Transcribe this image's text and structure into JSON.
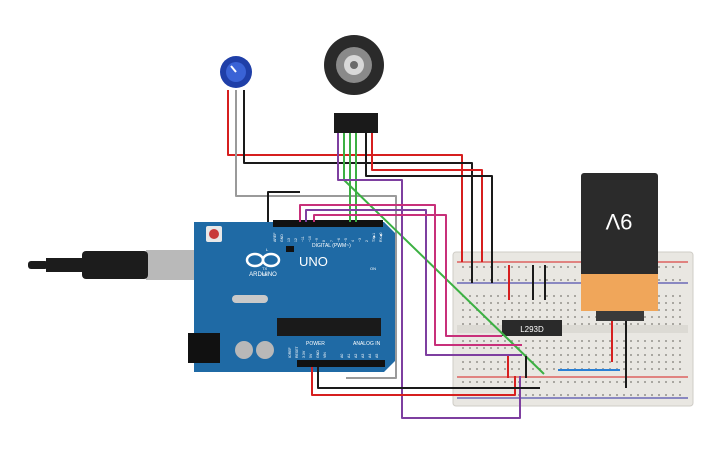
{
  "arduino": {
    "brand": "ARDUINO",
    "model": "UNO",
    "digital_header": "DIGITAL (PWM~)",
    "analog_header": "ANALOG IN",
    "power_header": "POWER",
    "tx_label": "TX",
    "rx_label": "RX",
    "l_label": "L",
    "on_label": "ON",
    "pin_aref": "AREF",
    "pin_gnd": "GND",
    "pin_13": "13",
    "pin_12": "12",
    "pin_11": "~11",
    "pin_10": "~10",
    "pin_9": "~9",
    "pin_8": "8",
    "pin_7": "7",
    "pin_6": "~6",
    "pin_5": "~5",
    "pin_4": "4",
    "pin_3": "~3",
    "pin_2": "2",
    "pin_1": "TX▶1",
    "pin_0": "RX◀0",
    "pin_a0": "A0",
    "pin_a1": "A1",
    "pin_a2": "A2",
    "pin_a3": "A3",
    "pin_a4": "A4",
    "pin_a5": "A5",
    "pin_ioref": "IOREF",
    "pin_reset": "RESET",
    "pin_3v3": "3.3V",
    "pin_5v": "5V",
    "pin_gnd2": "GND",
    "pin_vin": "VIN"
  },
  "chip": {
    "label": "L293D"
  },
  "battery": {
    "label": "9V"
  },
  "colors": {
    "board": "#1f6aa5",
    "breadboard": "#e9e7e2",
    "wire_red": "#d61f1f",
    "wire_black": "#1a1a1a",
    "wire_green": "#3cb043",
    "wire_purple": "#7e3fa0",
    "wire_pink": "#c8307a",
    "wire_gray": "#9a9a9a",
    "wire_blue": "#2a7fd4",
    "battery_orange": "#f0a65a"
  }
}
